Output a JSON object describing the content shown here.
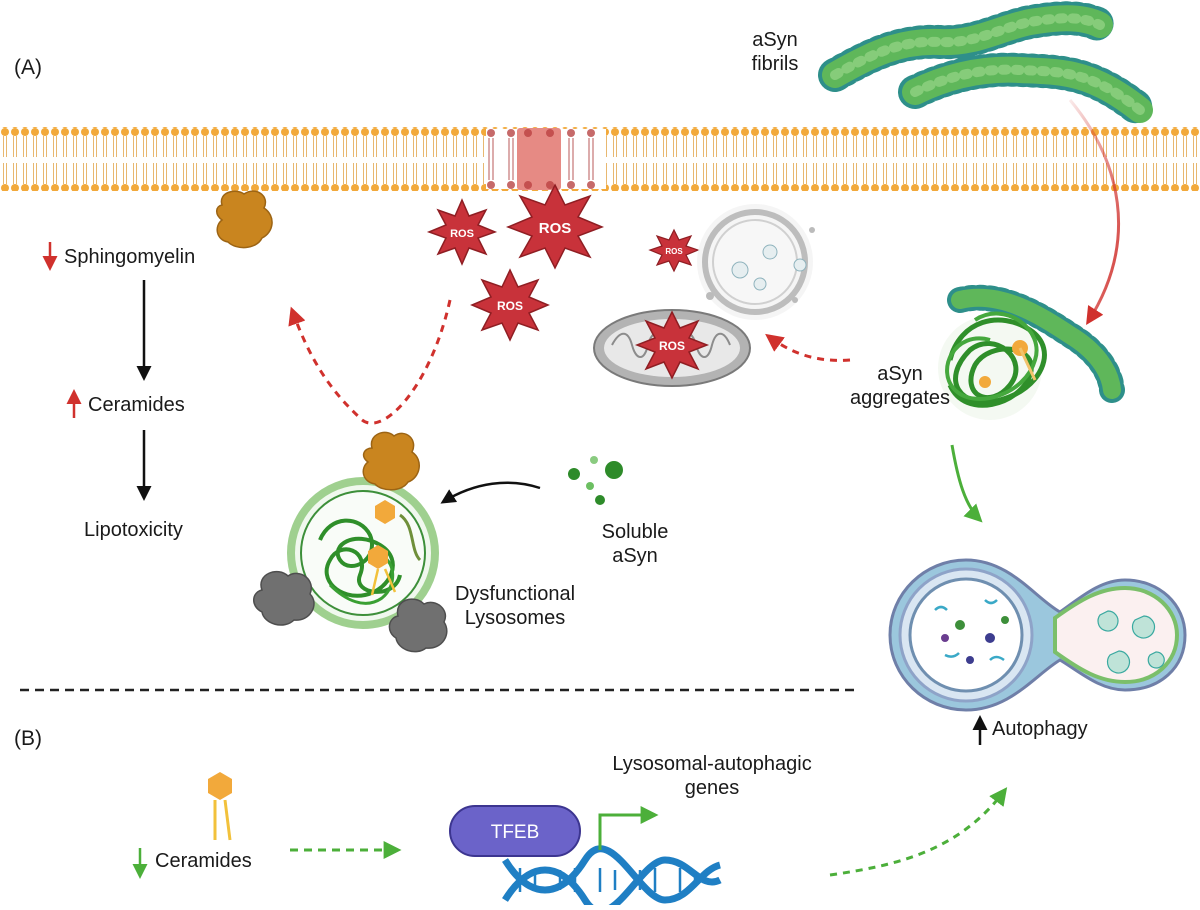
{
  "panels": {
    "a_label": "(A)",
    "b_label": "(B)"
  },
  "labels": {
    "asyn_fibrils_line1": "aSyn",
    "asyn_fibrils_line2": "fibrils",
    "sphingomyelin": "Sphingomyelin",
    "ceramides_up": "Ceramides",
    "lipotoxicity": "Lipotoxicity",
    "asyn_aggregates_line1": "aSyn",
    "asyn_aggregates_line2": "aggregates",
    "soluble_line1": "Soluble",
    "soluble_line2": "aSyn",
    "dysfunctional_line1": "Dysfunctional",
    "dysfunctional_line2": "Lysosomes",
    "autophagy": "Autophagy",
    "lys_genes_line1": "Lysosomal-autophagic",
    "lys_genes_line2": "genes",
    "ceramides_down": "Ceramides",
    "tfeb": "TFEB",
    "ros": "ROS"
  },
  "colors": {
    "membrane": "#f2a93b",
    "ros": "#c8323a",
    "down_arrow_red": "#d0312d",
    "green_arrow": "#4caf3a",
    "tfeb": "#6b63c9",
    "dna": "#1f7fc4",
    "fibril": "#4ea84a",
    "enzyme": "#c9851f"
  }
}
